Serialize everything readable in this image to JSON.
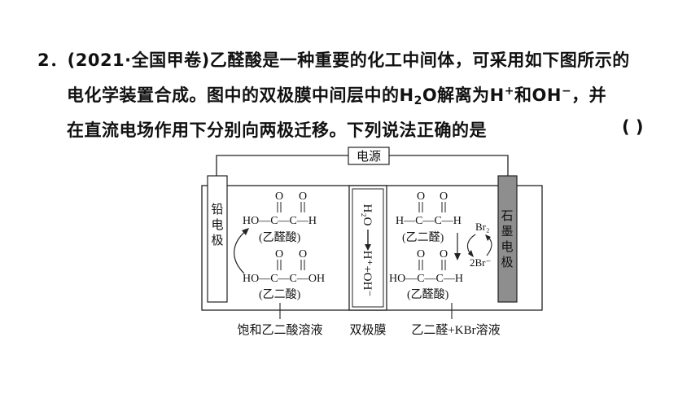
{
  "question": {
    "number": "2．",
    "source": "(2021·全国甲卷)",
    "line1_rest": "乙醛酸是一种重要的化工中间体，可采用如下图所示的",
    "line2_a": "电化学装置合成。图中的双极膜中间层中的",
    "line2_h": "H",
    "line2_sub2": "2",
    "line2_o": "O解离为H",
    "line2_plus": "+",
    "line2_and": "和OH",
    "line2_minus": "−",
    "line2_end": "，并",
    "line3": "在直流电场作用下分别向两极迁移。下列说法正确的是",
    "answer_paren": "(    )"
  },
  "diagram": {
    "power_label": "电源",
    "left_electrode": "铅电极",
    "right_electrode": "石墨电极",
    "membrane_water": "H₂O",
    "membrane_ions": "H⁺+OH⁻",
    "o_atom": "O",
    "left_top_formula": "HO—C—C—H",
    "left_top_name": "(乙醛酸)",
    "left_bottom_formula": "HO—C—C—OH",
    "left_bottom_name": "(乙二酸)",
    "right_top_formula": "H—C—C—H",
    "right_top_name": "(乙二醛)",
    "right_bottom_formula": "HO—C—C—H",
    "right_bottom_name": "(乙醛酸)",
    "br2": "Br₂",
    "br_minus": "2Br⁻",
    "caption_left": "饱和乙二酸溶液",
    "caption_mid": "双极膜",
    "caption_right": "乙二醛+KBr溶液"
  }
}
